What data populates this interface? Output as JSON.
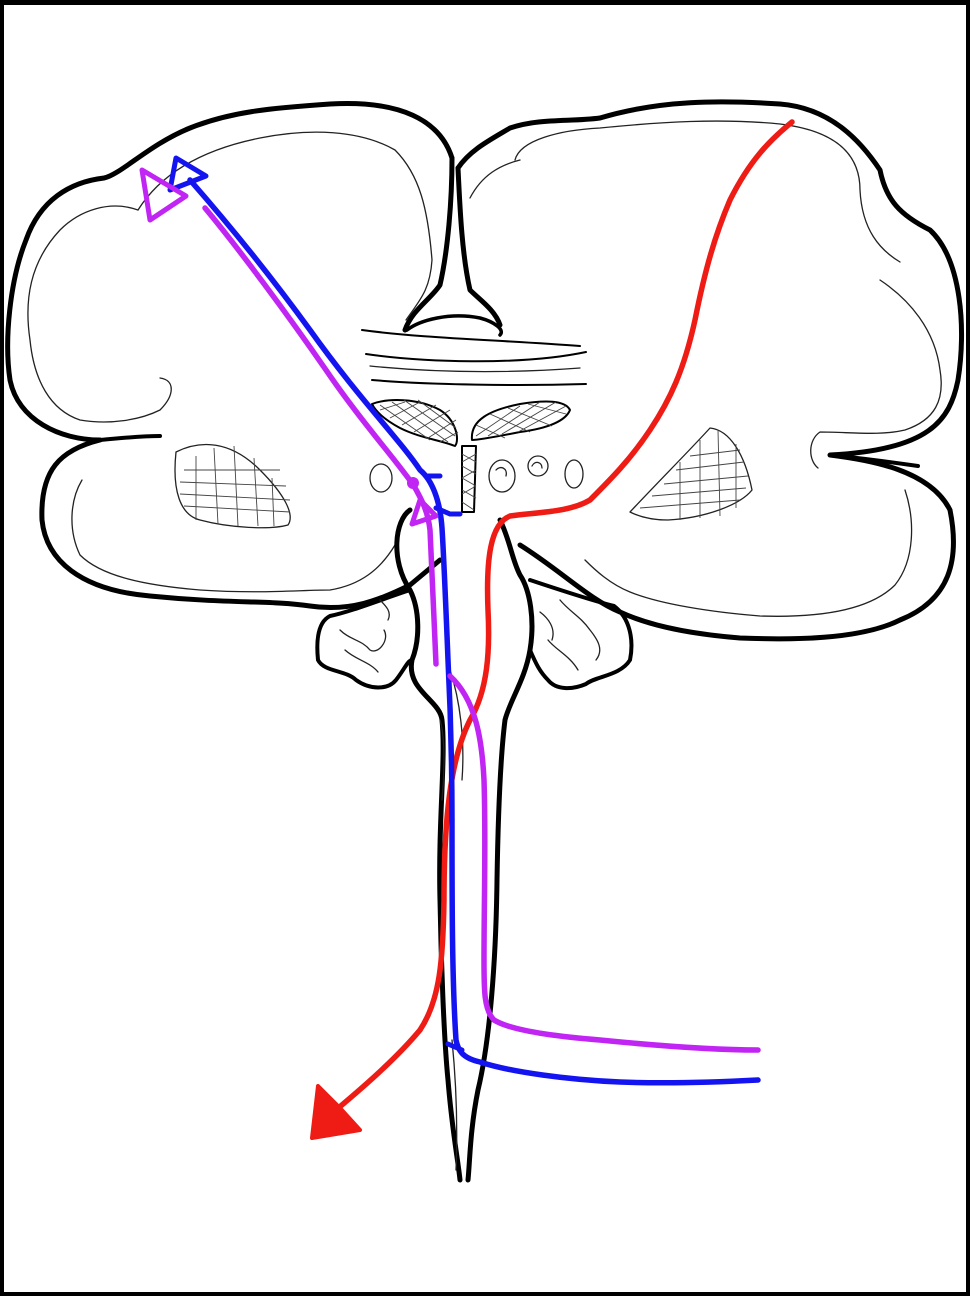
{
  "colors": {
    "page": "#ffffff",
    "outer_border": "#000000",
    "outline": "#000000",
    "pathway_red": "#ee1c14",
    "pathway_blue": "#1414f0",
    "pathway_purple": "#c025f4"
  },
  "pathways": [
    {
      "id": "red",
      "color_key": "pathway_red",
      "direction": "descending",
      "arrowhead": "filled"
    },
    {
      "id": "blue",
      "color_key": "pathway_blue",
      "direction": "ascending",
      "arrowhead": "open"
    },
    {
      "id": "purple",
      "color_key": "pathway_purple",
      "direction": "ascending",
      "arrowhead": "open"
    }
  ]
}
